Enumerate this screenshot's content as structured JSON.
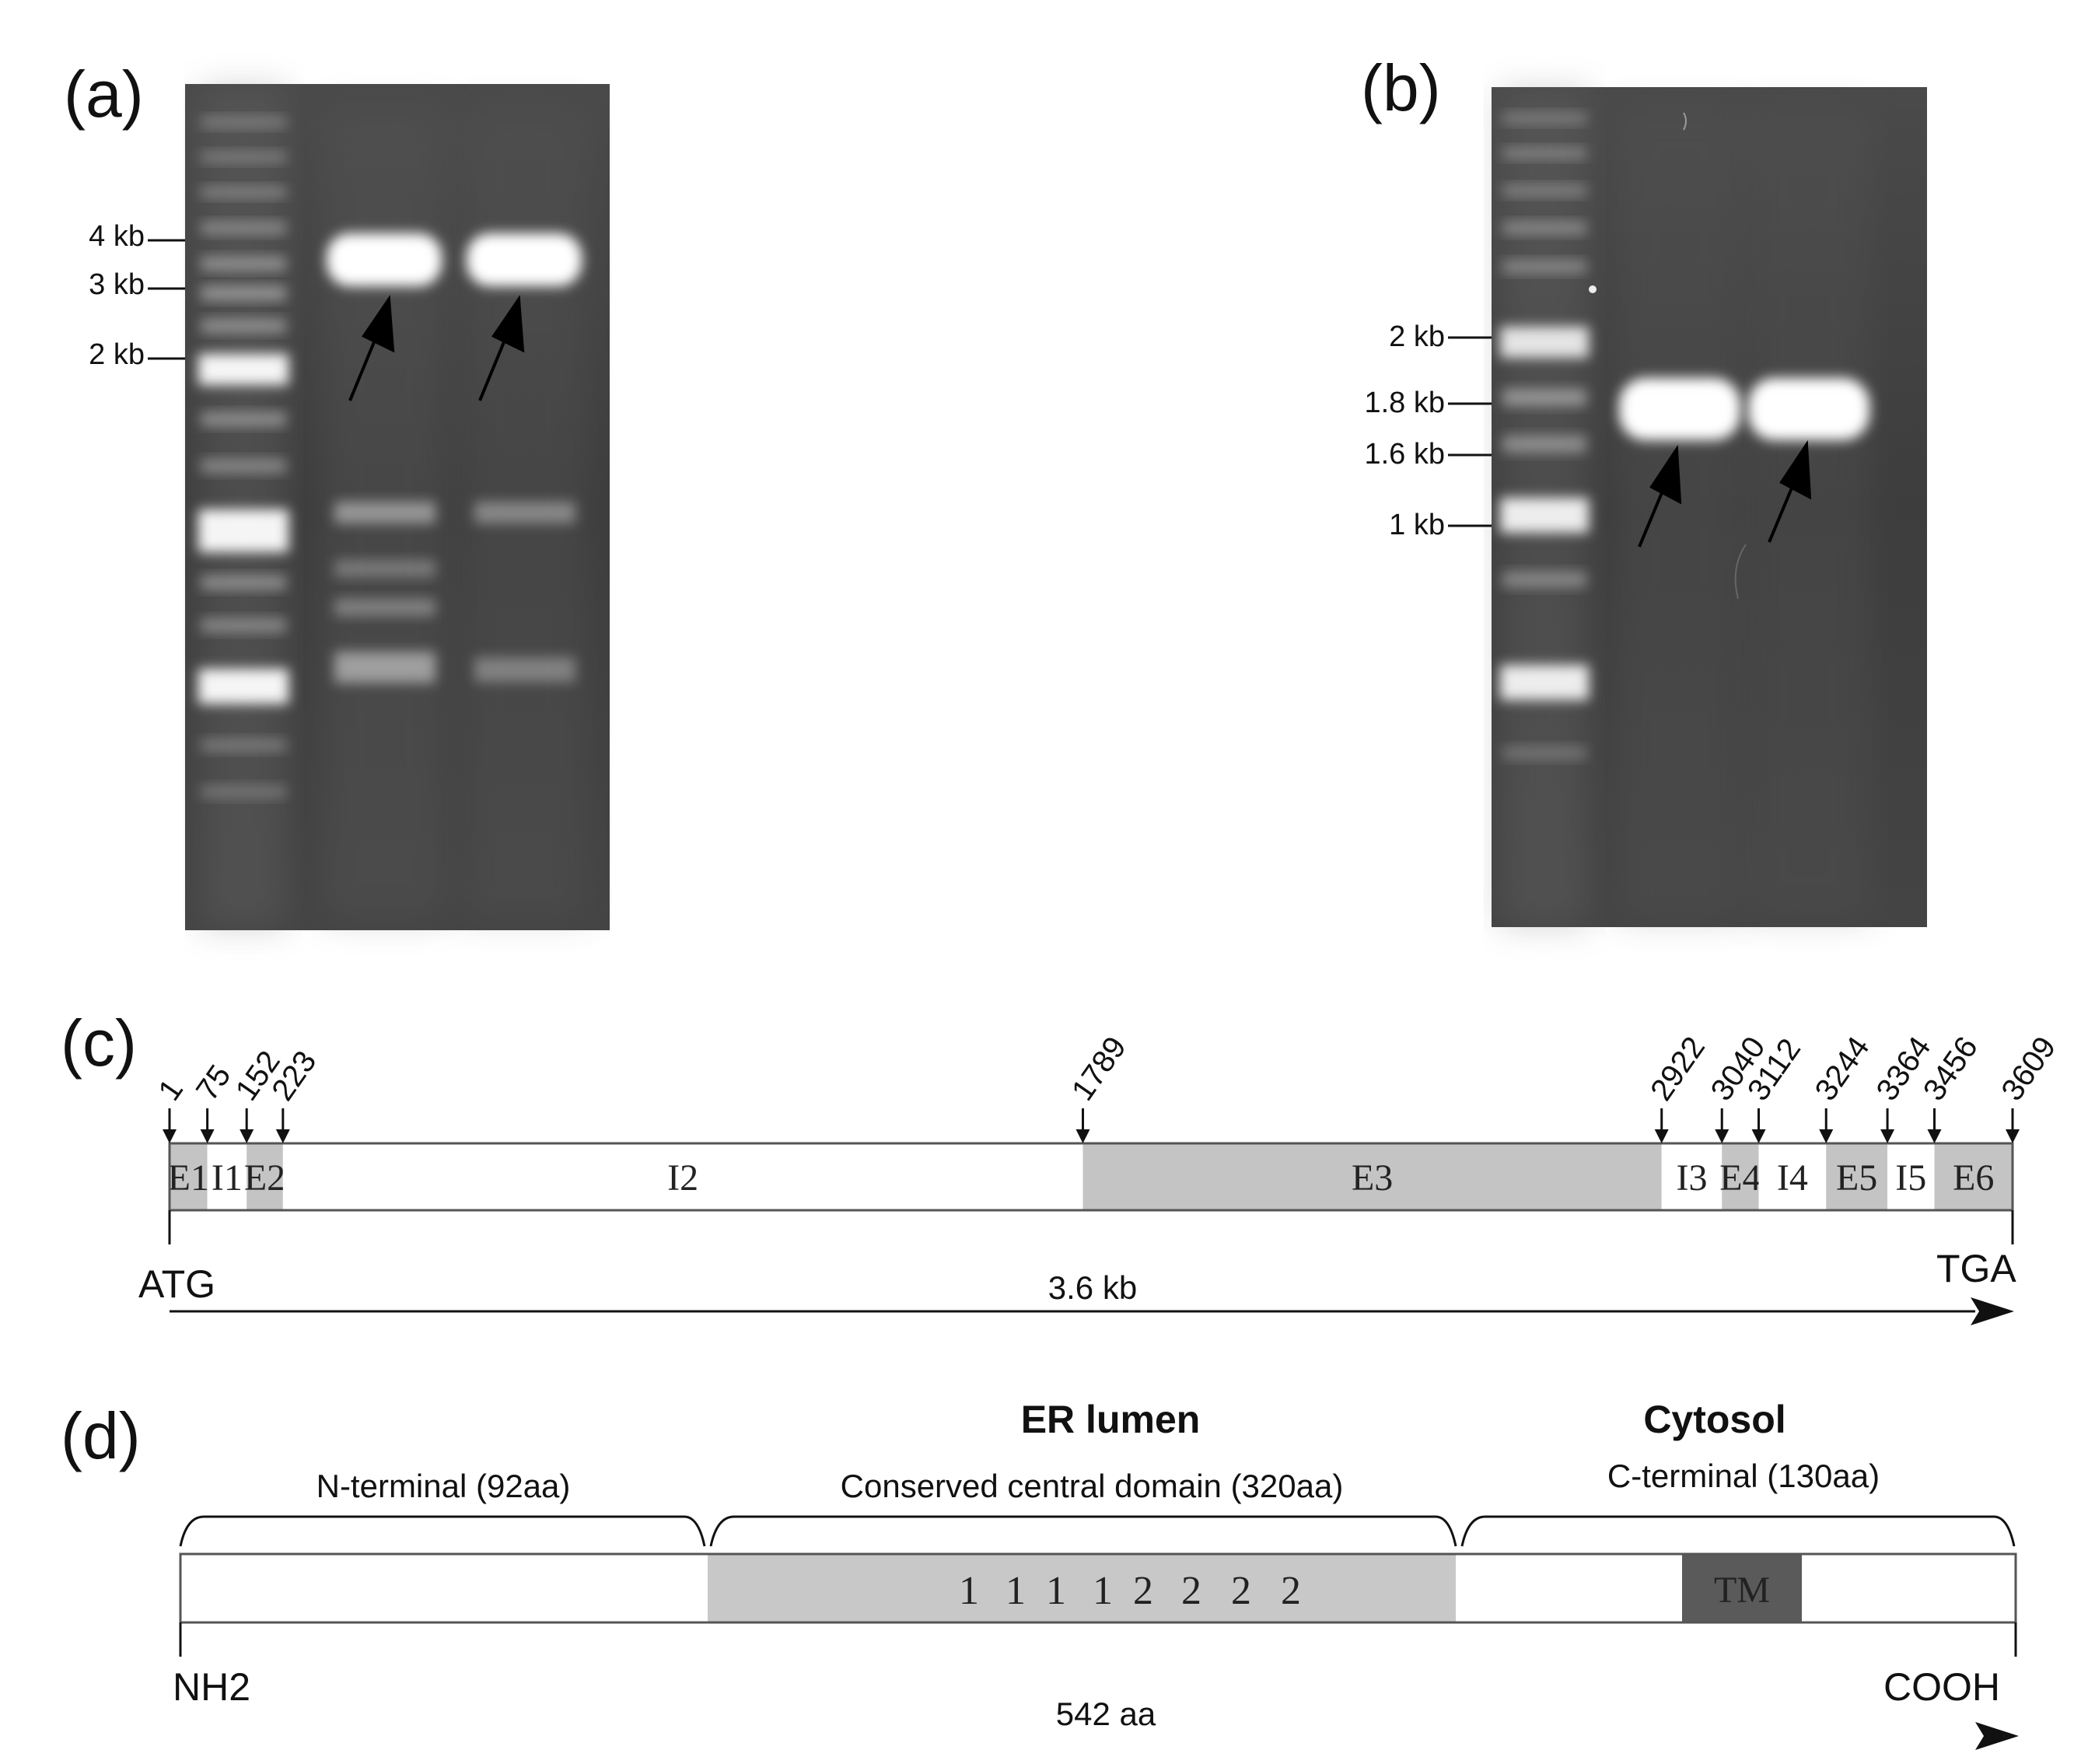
{
  "panels": {
    "a": {
      "label": "(a)",
      "markers": [
        {
          "label": "4 kb"
        },
        {
          "label": "3 kb"
        },
        {
          "label": "2 kb"
        }
      ]
    },
    "b": {
      "label": "(b)",
      "markers": [
        {
          "label": "2 kb"
        },
        {
          "label": "1.8 kb"
        },
        {
          "label": "1.6 kb"
        },
        {
          "label": "1 kb"
        }
      ]
    },
    "c": {
      "label": "(c)",
      "positions": [
        "1",
        "75",
        "152",
        "223",
        "1789",
        "2922",
        "3040",
        "3112",
        "3244",
        "3364",
        "3456",
        "3609"
      ],
      "segments": [
        {
          "name": "E1",
          "type": "exon",
          "start": 1,
          "end": 75
        },
        {
          "name": "I1",
          "type": "intron",
          "start": 75,
          "end": 152
        },
        {
          "name": "E2",
          "type": "exon",
          "start": 152,
          "end": 223
        },
        {
          "name": "I2",
          "type": "intron",
          "start": 223,
          "end": 1789
        },
        {
          "name": "E3",
          "type": "exon",
          "start": 1789,
          "end": 2922
        },
        {
          "name": "I3",
          "type": "intron",
          "start": 2922,
          "end": 3040
        },
        {
          "name": "E4",
          "type": "exon",
          "start": 3040,
          "end": 3112
        },
        {
          "name": "I4",
          "type": "intron",
          "start": 3112,
          "end": 3244
        },
        {
          "name": "E5",
          "type": "exon",
          "start": 3244,
          "end": 3364
        },
        {
          "name": "I5",
          "type": "intron",
          "start": 3364,
          "end": 3456
        },
        {
          "name": "E6",
          "type": "exon",
          "start": 3456,
          "end": 3609
        }
      ],
      "start_codon": "ATG",
      "stop_codon": "TGA",
      "length_label": "3.6 kb"
    },
    "d": {
      "label": "(d)",
      "er_lumen": "ER lumen",
      "cytosol": "Cytosol",
      "n_terminal": "N-terminal (92aa)",
      "central": "Conserved central domain (320aa)",
      "c_terminal": "C-terminal (130aa)",
      "repeat_numbers": [
        "1",
        "1",
        "1",
        "1",
        "2",
        "2",
        "2",
        "2"
      ],
      "tm": "TM",
      "nh2": "NH2",
      "cooh": "COOH",
      "length_label": "542 aa"
    }
  },
  "colors": {
    "exon": "#c4c4c4",
    "intron": "#ffffff",
    "central_domain": "#c8c8c8",
    "tm": "#5a5a5a",
    "gel_bg": "#3a3a3a"
  }
}
